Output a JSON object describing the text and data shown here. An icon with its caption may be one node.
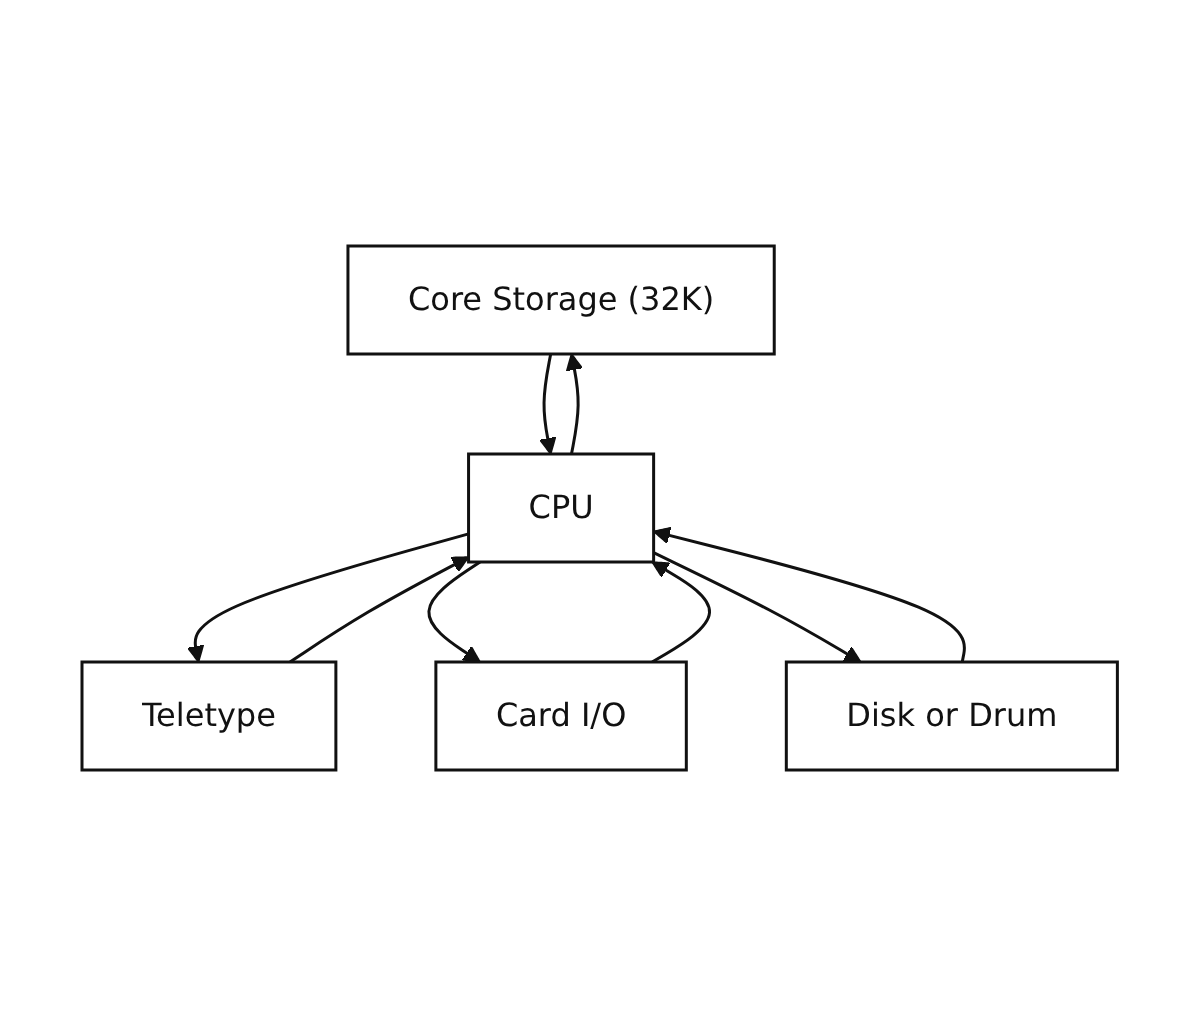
{
  "diagram": {
    "nodes": [
      {
        "text": [
          "Core Storage (32K)"
        ]
      },
      {
        "text": [
          "Teletype"
        ]
      },
      {
        "text": [
          "CPU"
        ]
      },
      {
        "text": [
          "Card I/O"
        ]
      },
      {
        "text": [
          "Disk or Drum"
        ]
      }
    ],
    "edges": [
      {
        "from": 0,
        "to": 2,
        "arrow": "to"
      },
      {
        "from": 2,
        "to": 0,
        "arrow": "to"
      },
      {
        "from": 2,
        "to": 1,
        "arrow": "to"
      },
      {
        "from": 1,
        "to": 2,
        "arrow": "to"
      },
      {
        "from": 2,
        "to": 3,
        "arrow": "to"
      },
      {
        "from": 3,
        "to": 2,
        "arrow": "to"
      },
      {
        "from": 2,
        "to": 4,
        "arrow": "to"
      },
      {
        "from": 4,
        "to": 2,
        "arrow": "to"
      }
    ]
  }
}
